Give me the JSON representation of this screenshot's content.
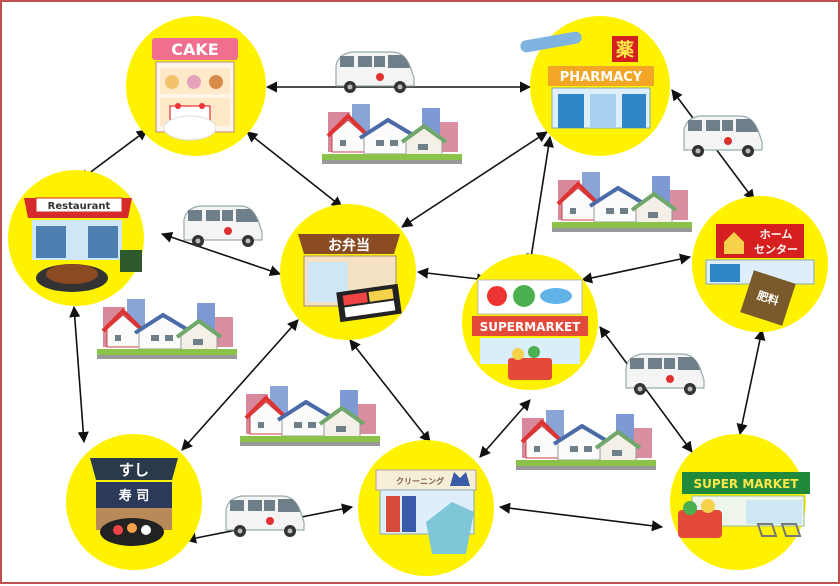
{
  "colors": {
    "border": "#c0504d",
    "node": "#fff200",
    "arrow": "#111111",
    "van": "#f2f2f2"
  },
  "nodes": {
    "cake": {
      "sign": "CAKE"
    },
    "pharmacy": {
      "sign": "PHARMACY",
      "kanji": "薬"
    },
    "restaurant": {
      "sign": "Restaurant"
    },
    "bento": {
      "sign": "お弁当"
    },
    "supermarket_center": {
      "sign": "SUPERMARKET"
    },
    "home_center": {
      "sign": "ホーム センター",
      "line1": "ホーム",
      "line2": "センター",
      "bag": "肥料"
    },
    "sushi": {
      "sign": "すし",
      "noren": "寿 司"
    },
    "clothing": {
      "sign": "クリーニング"
    },
    "supermarket_right": {
      "sign": "SUPER MARKET"
    }
  }
}
